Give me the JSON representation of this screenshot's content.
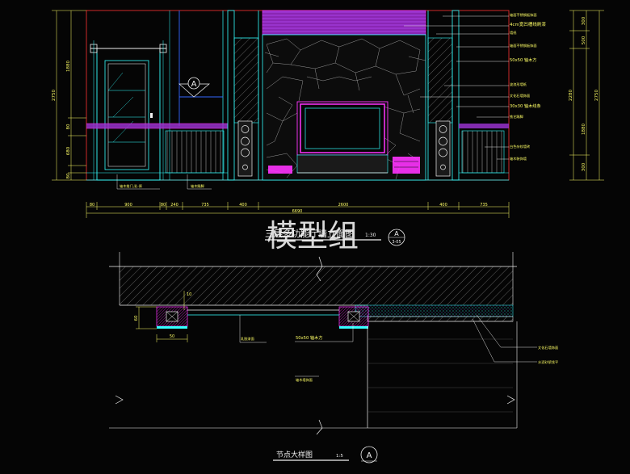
{
  "elevation": {
    "title": "三层多功能厅墙立面图",
    "scale": "1:30",
    "symbol_letter": "A",
    "symbol_ref": "3-05",
    "watermark": "模型组",
    "bottom_dims": [
      "80",
      "900",
      "80",
      "240",
      "735",
      "400",
      "2600",
      "400",
      "735"
    ],
    "overall_dim": "6690",
    "left_dims_inner": [
      "1880",
      "80",
      "680",
      "80"
    ],
    "left_dim_total": "2750",
    "right_dims_inner": [
      "300",
      "500",
      "1880",
      "300"
    ],
    "right_dim_mid": "2280",
    "right_dim_total": "2750",
    "callouts_right": [
      "轴面不锈钢板饰面",
      "4cm宽凹槽线刷漆",
      "墙纸",
      "轴面不锈钢板饰面",
      "50x50 轴木方",
      "波浪形墙纸",
      "文化石墙饰面",
      "30x30 轴木线条",
      "铁艺踢脚",
      "白色杂纹墙砖",
      "轴木装饰墙"
    ],
    "callouts_bottom": [
      "轴木推门,乳-原",
      "轴木踢脚"
    ],
    "view_marker_letter": "A"
  },
  "detail": {
    "title": "节点大样图",
    "scale": "1:5",
    "symbol_letter": "A",
    "dims": [
      "10",
      "60",
      "50"
    ],
    "callouts": [
      "乳胶漆面",
      "50x50 轴木方",
      "轴木墙饰面",
      "文化石墙饰面",
      "水泥砂浆找平"
    ],
    "wall_label": "轴木墙饰面"
  },
  "colors": {
    "background": "#050505",
    "cyan": "#33ffff",
    "magenta": "#ff33ff",
    "yellow": "#ffff66",
    "red": "#ff3333",
    "white": "#f0f0f0",
    "purple": "#9933cc",
    "blue": "#3366ff",
    "grey": "#aaaaaa"
  }
}
